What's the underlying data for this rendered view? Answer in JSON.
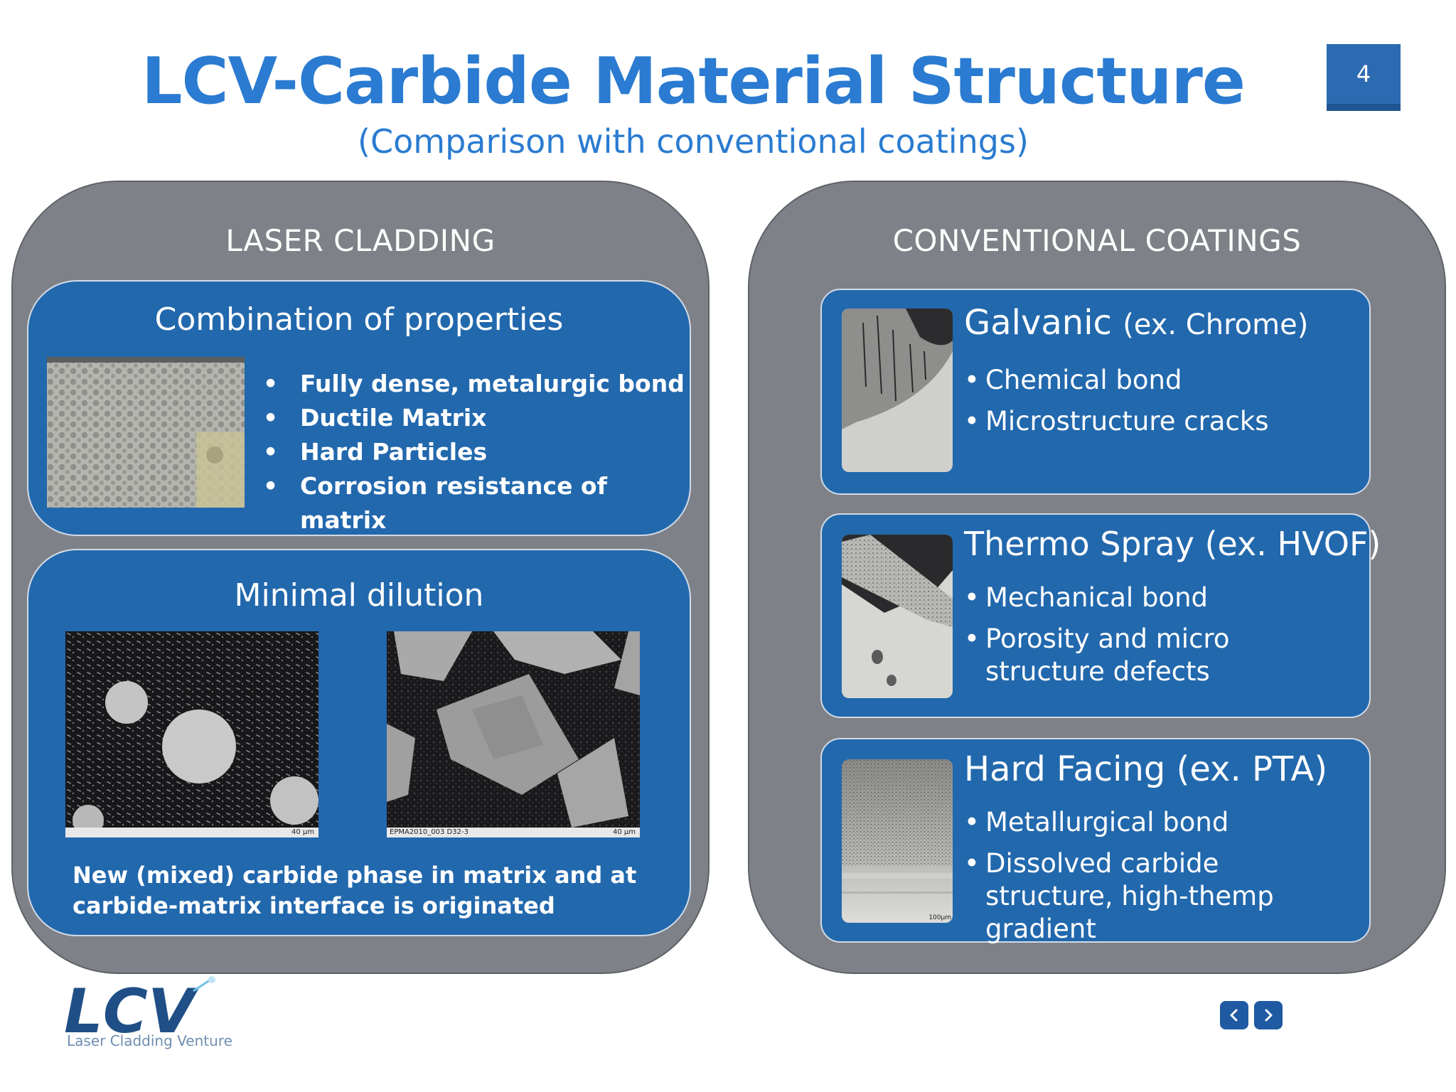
{
  "slide": {
    "title": "LCV-Carbide Material Structure",
    "subtitle": "(Comparison with conventional coatings)",
    "page_number": "4"
  },
  "left_panel": {
    "header": "LASER CLADDING",
    "properties_box": {
      "title": "Combination of properties",
      "bullets": [
        "Fully dense, metalurgic bond",
        "Ductile Matrix",
        "Hard Particles",
        "Corrosion resistance of matrix"
      ]
    },
    "dilution_box": {
      "title": "Minimal dilution",
      "image1_scale": "40 µm",
      "image2_label": "EPMA2010_003 D32-3",
      "image2_scale": "40 µm",
      "caption_line1": "New (mixed) carbide phase in matrix and at",
      "caption_line2": "carbide-matrix interface is originated"
    }
  },
  "right_panel": {
    "header": "CONVENTIONAL COATINGS",
    "galvanic": {
      "title": "Galvanic",
      "title_suffix": "(ex. Chrome)",
      "bullets": [
        "Chemical bond",
        "Microstructure cracks"
      ]
    },
    "thermo": {
      "title": "Thermo Spray (ex. HVOF)",
      "bullets": [
        "Mechanical bond",
        "Porosity and micro structure defects"
      ]
    },
    "hard": {
      "title": "Hard Facing (ex. PTA)",
      "bullets": [
        "Metallurgical bond",
        "Dissolved carbide structure, high-themp gradient"
      ],
      "scale": "100µm"
    }
  },
  "logo": {
    "caption": "Laser Cladding Venture",
    "wordmark": "LCV"
  },
  "bullet_char": "•",
  "colors": {
    "title_blue": "#2a7bd1",
    "box_blue": "#2268ad",
    "panel_gray": "#7e8288",
    "nav_blue": "#1f5aa3"
  }
}
